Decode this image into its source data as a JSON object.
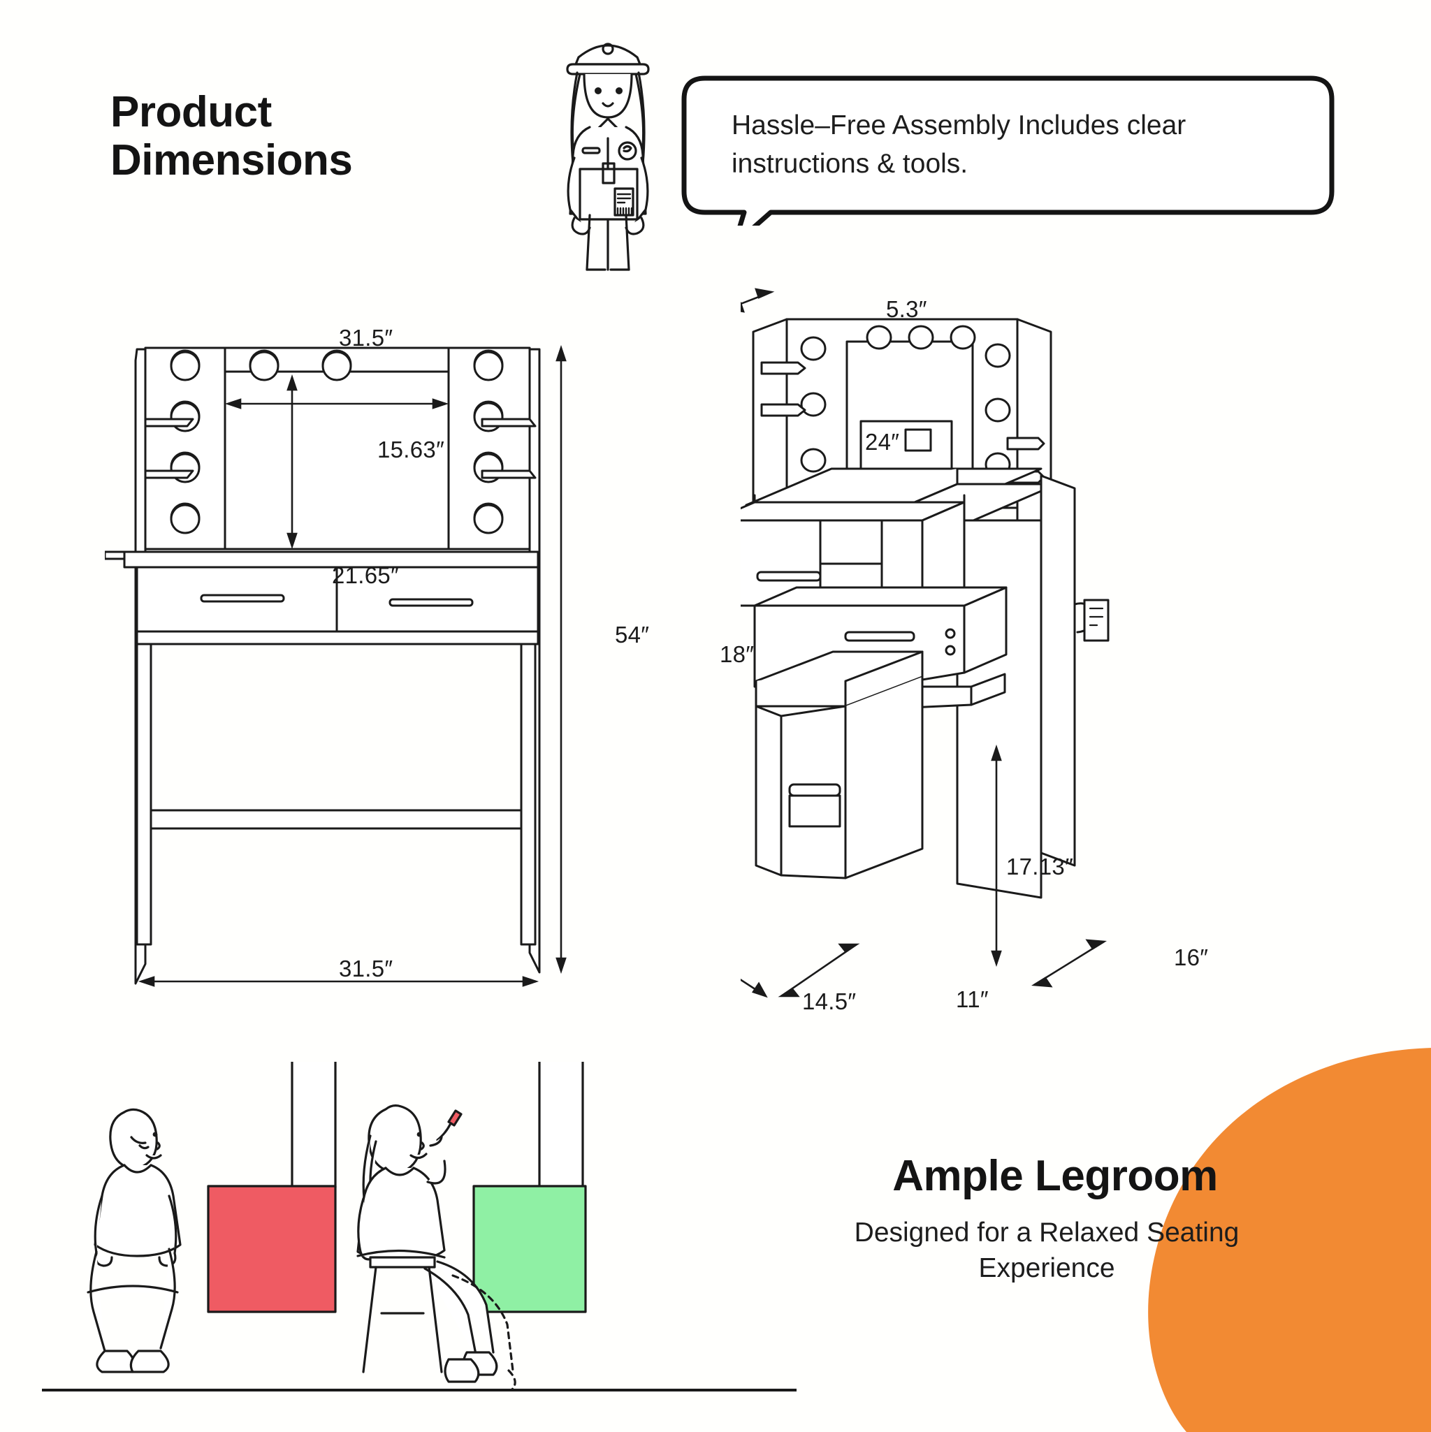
{
  "header": {
    "title_line1": "Product",
    "title_line2": "Dimensions"
  },
  "callout": {
    "icon": "delivery-person-icon",
    "bubble_text": "Hassle–Free Assembly Includes clear instructions & tools."
  },
  "front_view": {
    "name": "front-elevation-drawing",
    "dimensions": {
      "top_width": "31.5″",
      "mirror_width": "15.63″",
      "mirror_height": "21.65″",
      "total_height": "54″",
      "bottom_width": "31.5″"
    }
  },
  "perspective_view": {
    "name": "perspective-drawing",
    "dimensions": {
      "shelf_depth": "5.3″",
      "hutch_height": "24″",
      "drawer_height": "18″",
      "stool_height": "17.13″",
      "stool_width": "14.5″",
      "stool_depth": "11″",
      "desk_depth": "16″"
    }
  },
  "legroom": {
    "title": "Ample Legroom",
    "subtitle": "Designed for a Relaxed Seating Experience",
    "bad_color": "#ef5b63",
    "good_color": "#8ff0a4",
    "accent_color": "#f28a33"
  }
}
